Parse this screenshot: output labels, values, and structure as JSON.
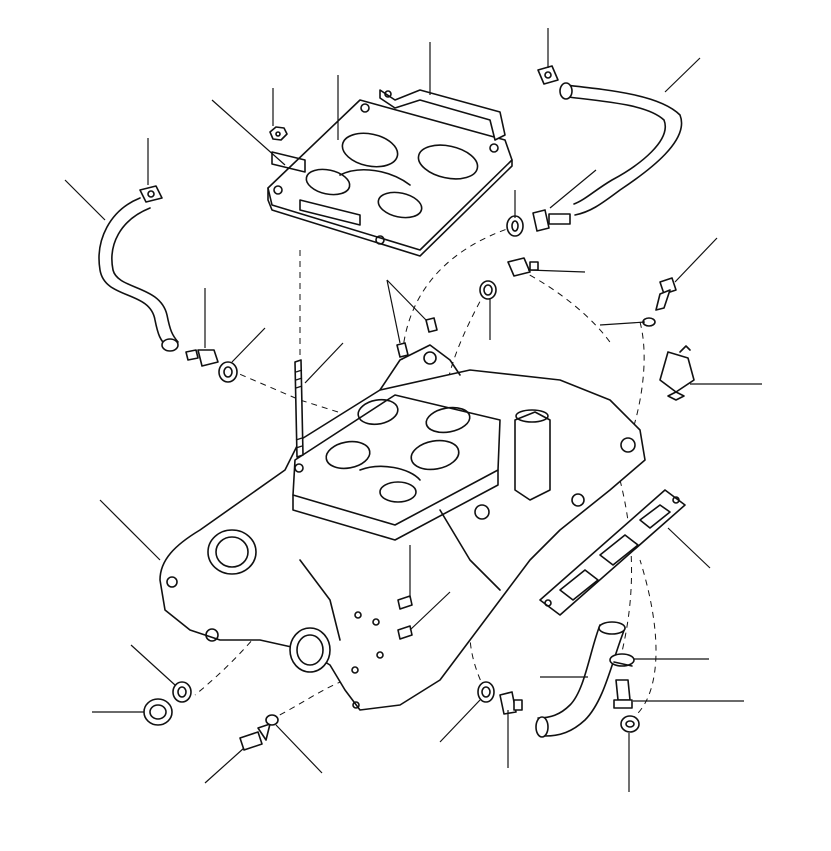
{
  "diagram": {
    "kind": "exploded parts drawing (no printed text)",
    "line_color": "#111111",
    "background_color": "#ffffff",
    "leader_lines": 30,
    "parts": [
      "carburettor-adaptor-plate",
      "gasket",
      "inlet-manifold",
      "manifold-gasket",
      "breather-hose-left",
      "heater-hose-right",
      "heater-hose-lower",
      "hose-clip",
      "stud",
      "dowel",
      "plug",
      "sealing-washer",
      "bolt",
      "temperature-sensor",
      "union-adaptor"
    ]
  }
}
